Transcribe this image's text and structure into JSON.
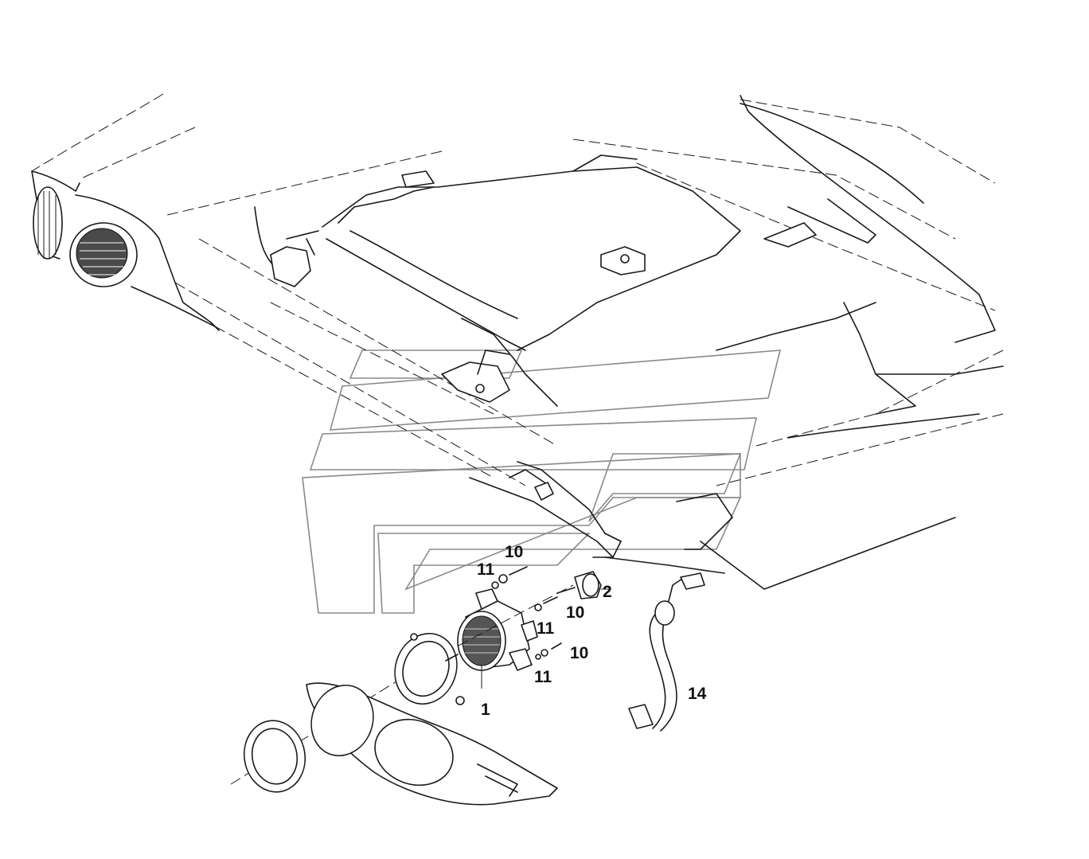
{
  "callouts": [
    {
      "id": "c1",
      "text": "1"
    },
    {
      "id": "c2",
      "text": "2"
    },
    {
      "id": "c10a",
      "text": "10"
    },
    {
      "id": "c10b",
      "text": "10"
    },
    {
      "id": "c10c",
      "text": "10"
    },
    {
      "id": "c11a",
      "text": "11"
    },
    {
      "id": "c11b",
      "text": "11"
    },
    {
      "id": "c11c",
      "text": "11"
    },
    {
      "id": "c14",
      "text": "14"
    }
  ],
  "colors": {
    "line": "#1a1a1a",
    "watermark": "#8a8a8a",
    "background": "#ffffff"
  }
}
